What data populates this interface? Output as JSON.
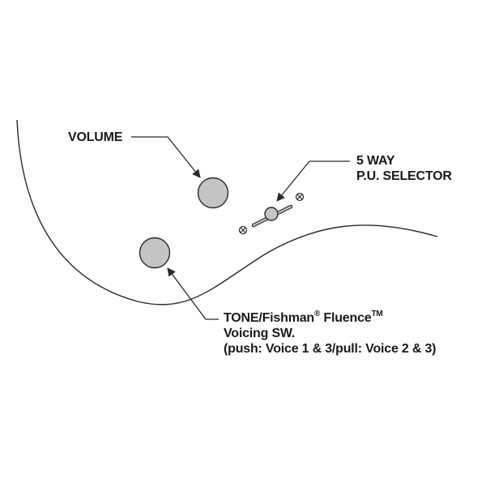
{
  "labels": {
    "volume": "VOLUME",
    "selector": {
      "line1": "5 WAY",
      "line2": "P.U. SELECTOR"
    },
    "tone": {
      "line1_main": "TONE/Fishman",
      "line1_reg": "®",
      "line1_product": " Fluence",
      "line1_tm": "TM",
      "line2": "Voicing SW.",
      "line3": "(push: Voice 1 & 3/pull: Voice 2 & 3)"
    }
  },
  "colors": {
    "knob_fill": "#c4c4c4",
    "stroke": "#2a2a2a",
    "text": "#1a1a1a",
    "background": "#ffffff"
  },
  "icons": {
    "screw": "screw-icon",
    "arrow": "arrow-head-icon"
  }
}
